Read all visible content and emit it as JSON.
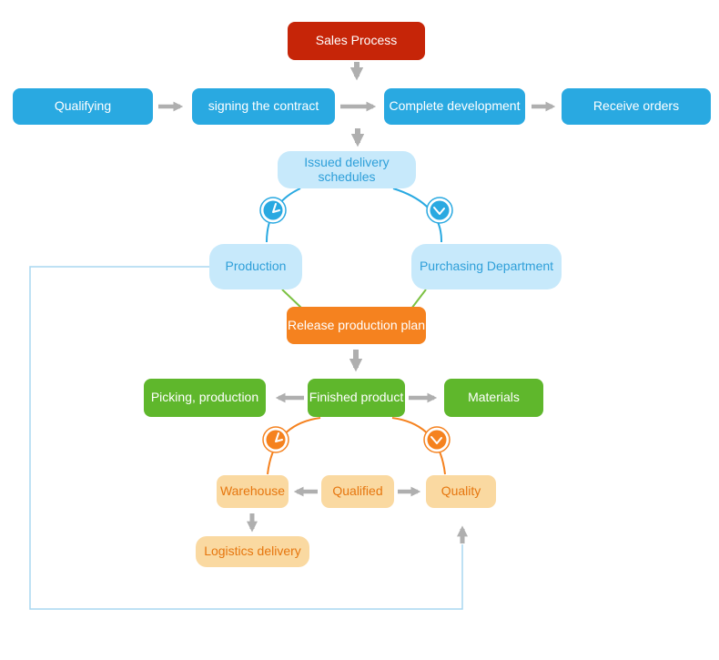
{
  "diagram": {
    "type": "flowchart",
    "title": "Sales Process"
  },
  "nodes": {
    "sales_process": {
      "label": "Sales Process"
    },
    "qualifying": {
      "label": "Qualifying"
    },
    "signing_contract": {
      "label": "signing the contract"
    },
    "complete_development": {
      "label": "Complete development"
    },
    "receive_orders": {
      "label": "Receive orders"
    },
    "issued_delivery": {
      "label": "Issued delivery schedules"
    },
    "production": {
      "label": "Production"
    },
    "purchasing": {
      "label": "Purchasing Department"
    },
    "release_plan": {
      "label": "Release production plan"
    },
    "picking": {
      "label": "Picking, production"
    },
    "finished_product": {
      "label": "Finished product"
    },
    "materials": {
      "label": "Materials"
    },
    "warehouse": {
      "label": "Warehouse"
    },
    "qualified": {
      "label": "Qualified"
    },
    "quality": {
      "label": "Quality"
    },
    "logistics": {
      "label": "Logistics delivery"
    }
  },
  "icons": [
    {
      "name": "clock-icon-blue-left",
      "shape": "clock",
      "color": "#29A9E1"
    },
    {
      "name": "clock-icon-blue-right",
      "shape": "clock",
      "color": "#29A9E1"
    },
    {
      "name": "clock-icon-orange-left",
      "shape": "clock",
      "color": "#F5821F"
    },
    {
      "name": "clock-icon-orange-right",
      "shape": "clock",
      "color": "#F5821F"
    }
  ],
  "colors": {
    "node_red": "#C62508",
    "node_blue": "#29A9E1",
    "node_lightblue_fill": "#C7E9FB",
    "node_lightblue_text": "#2E9FD9",
    "node_orange": "#F5821F",
    "node_green": "#5FB72C",
    "node_lightorange_fill": "#FAD9A1",
    "node_lightorange_text": "#E6760E",
    "arrow_gray": "#AFAFAF",
    "connector_green": "#7CC142",
    "connector_blue": "#29A9E1",
    "connector_orange": "#F5821F",
    "feedback_line_blue": "#A9D7F0"
  }
}
